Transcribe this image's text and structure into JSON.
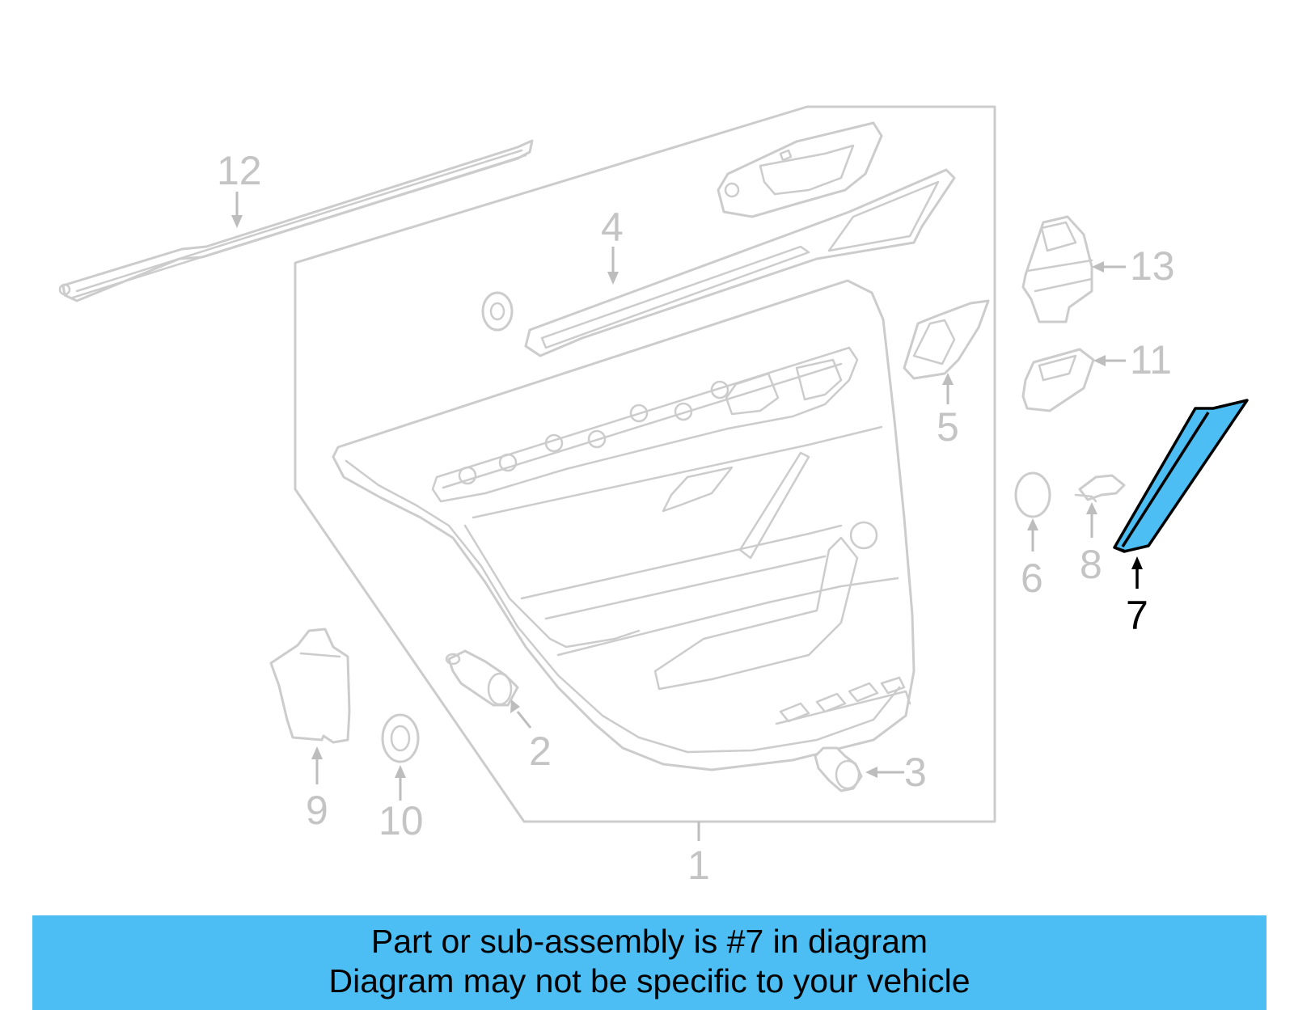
{
  "colors": {
    "highlight_fill": "#4dbef3",
    "banner_background": "#4dbef3",
    "part_outline": "#cccccc",
    "callout_text": "#c4c4c4",
    "active_callout_text": "#000000"
  },
  "diagram": {
    "highlighted_part": "7",
    "callouts": [
      "1",
      "2",
      "3",
      "4",
      "5",
      "6",
      "7",
      "8",
      "9",
      "10",
      "11",
      "12",
      "13"
    ]
  },
  "banner": {
    "line1": "Part or sub-assembly is #7 in diagram",
    "line2": "Diagram may not be specific to your vehicle"
  }
}
